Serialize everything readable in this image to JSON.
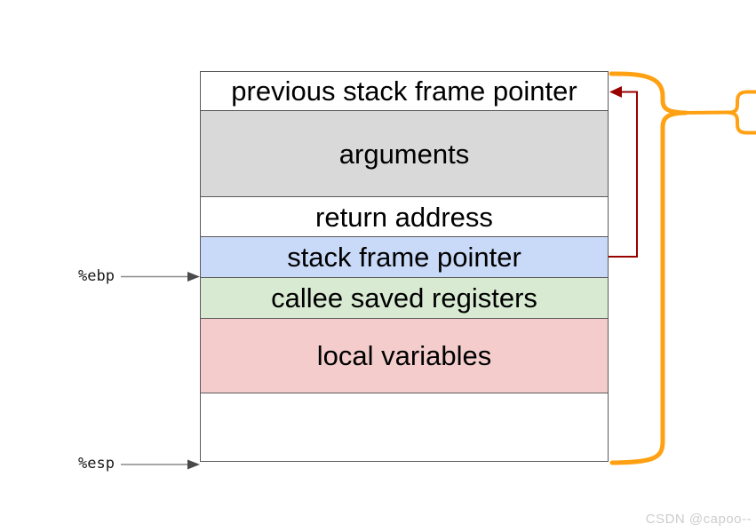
{
  "diagram": {
    "title_semantic": "stack frame layout",
    "stack": {
      "rows": [
        {
          "label": "previous stack frame pointer",
          "fill": "#ffffff"
        },
        {
          "label": "arguments",
          "fill": "#d9d9d9"
        },
        {
          "label": "return address",
          "fill": "#ffffff"
        },
        {
          "label": "stack frame pointer",
          "fill": "#c9daf8"
        },
        {
          "label": "callee saved registers",
          "fill": "#d9ead3"
        },
        {
          "label": "local variables",
          "fill": "#f4cccc"
        },
        {
          "label": "",
          "fill": "#ffffff"
        }
      ]
    },
    "registers": {
      "ebp": "%ebp",
      "esp": "%esp"
    },
    "colors": {
      "brace": "#FFA112",
      "pointer_arrow": "#990000",
      "register_arrow_line": "#8a8a8a",
      "register_arrow_head": "#4a4a4a",
      "box_border": "#5a5a5a"
    },
    "watermark": "CSDN @capoo--"
  }
}
